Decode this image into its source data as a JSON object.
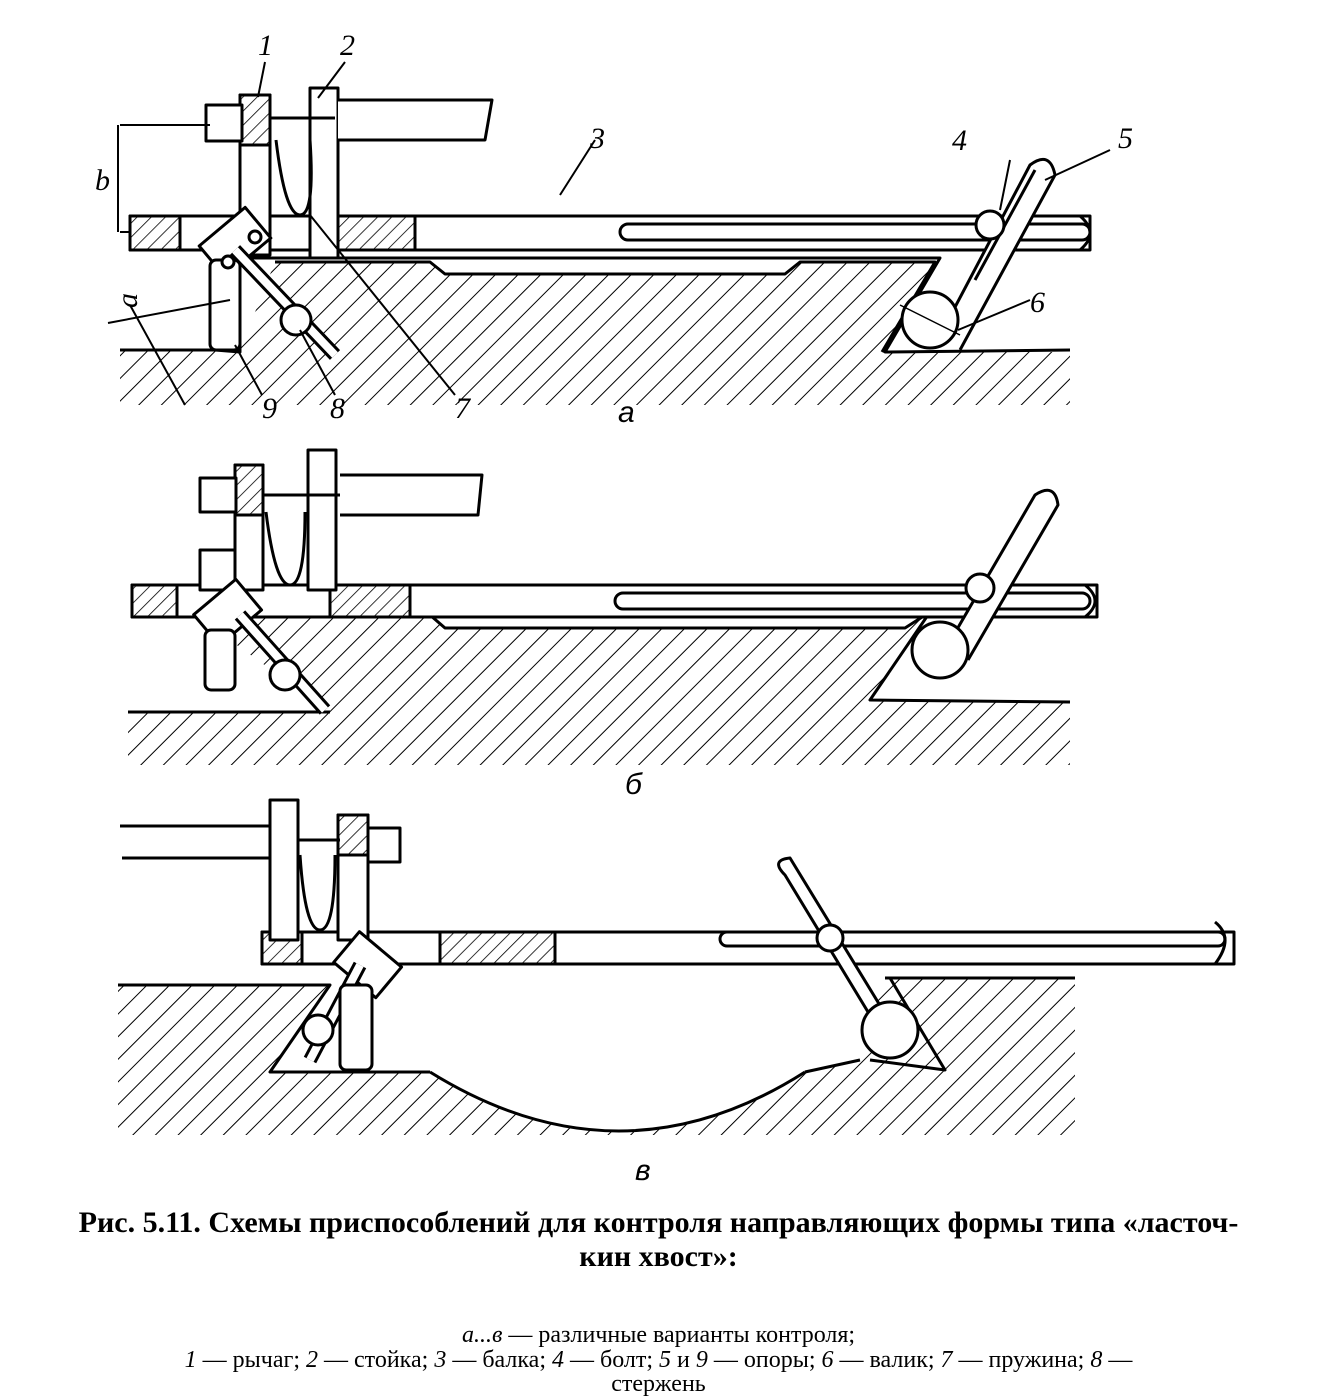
{
  "parts": {
    "p1": "1",
    "p2": "2",
    "p3": "3",
    "p4": "4",
    "p5": "5",
    "p6": "6",
    "p7": "7",
    "p8": "8",
    "p9": "9",
    "dim_b": "b",
    "dim_a": "a"
  },
  "variants": {
    "a": "а",
    "b": "б",
    "c": "в"
  },
  "caption": {
    "title_line1": "Рис. 5.11. Схемы приспособлений для контроля направляющих формы типа «ласточ-",
    "title_line2": "кин хвост»:",
    "legend_line1_italic": "а...в",
    "legend_line1_text": " — различные варианты контроля;",
    "legend": [
      {
        "num": "1",
        "text": " — рычаг; "
      },
      {
        "num": "2",
        "text": " — стойка; "
      },
      {
        "num": "3",
        "text": " — балка; "
      },
      {
        "num": "4",
        "text": " — болт; "
      },
      {
        "num": "5",
        "text": " и "
      },
      {
        "num": "9",
        "text": " — опоры; "
      },
      {
        "num": "6",
        "text": " — валик; "
      },
      {
        "num": "7",
        "text": " — пружина; "
      },
      {
        "num": "8",
        "text": " —"
      }
    ],
    "legend_line3": "стержень"
  }
}
